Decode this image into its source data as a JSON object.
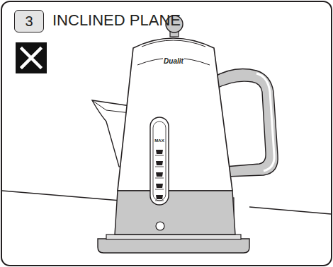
{
  "diagram": {
    "title": "INCLINED PLANE",
    "nodes": [
      {
        "text": [
          "3"
        ]
      }
    ],
    "labels": [
      "Dualit",
      "MAX"
    ]
  }
}
